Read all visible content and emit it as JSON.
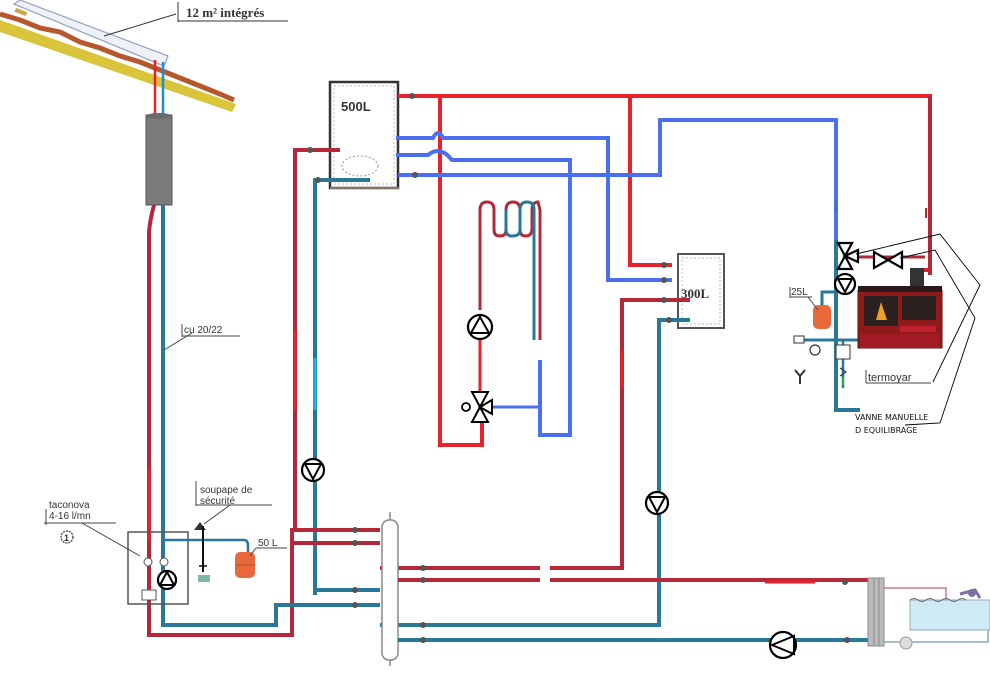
{
  "colors": {
    "hot": "#e8212b",
    "hot_dark": "#b5283a",
    "cold": "#4a6ff0",
    "cold_dark": "#2a7898",
    "light_blue": "#1fb0ea",
    "expansion_tank": "#e86a3c",
    "stove_body": "#8e1a1a",
    "roof_tile": "#b5582e",
    "roof_base": "#d9c43a",
    "pool_water": "#cfe9f7"
  },
  "labels": {
    "solar_panel": "12 m² intégrés",
    "pipe": "cu 20/22",
    "pump_station_line1": "taconova",
    "pump_station_line2": "4-16 l/mn",
    "pump_station_number": "1",
    "safety_valve_line1": "soupape de",
    "safety_valve_line2": "sécurité",
    "expansion_50": "50 L",
    "tank_500": "500L",
    "tank_300": "300L",
    "expansion_25": "25L",
    "stove": "termoyar",
    "balancing_valve_line1": "VANNE MANUELLE",
    "balancing_valve_line2": "D EQUILIBRAGE"
  }
}
